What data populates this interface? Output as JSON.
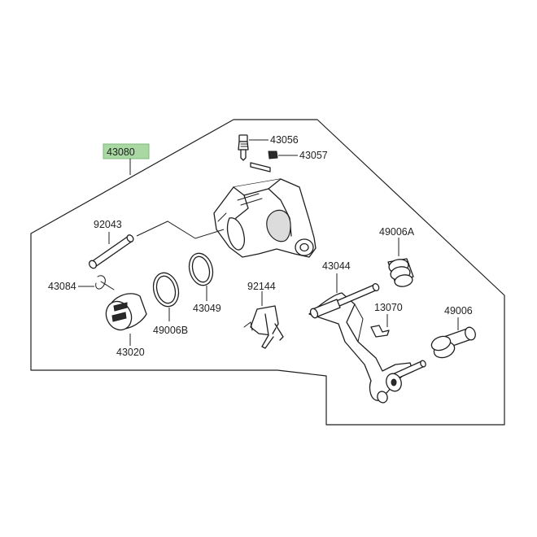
{
  "diagram": {
    "highlight_color": "#a9d8a3",
    "parts": [
      {
        "id": "assembly",
        "number": "43080",
        "highlighted": true
      },
      {
        "id": "bleeder-valve",
        "number": "43056"
      },
      {
        "id": "bleeder-cap",
        "number": "43057"
      },
      {
        "id": "pin",
        "number": "92043"
      },
      {
        "id": "clip",
        "number": "43084"
      },
      {
        "id": "piston",
        "number": "43020"
      },
      {
        "id": "dust-seal",
        "number": "49006B"
      },
      {
        "id": "piston-seal",
        "number": "43049"
      },
      {
        "id": "spring",
        "number": "92144"
      },
      {
        "id": "holder",
        "number": "43044"
      },
      {
        "id": "boot-a",
        "number": "49006A"
      },
      {
        "id": "pad-spring",
        "number": "13070"
      },
      {
        "id": "boot",
        "number": "49006"
      }
    ]
  }
}
